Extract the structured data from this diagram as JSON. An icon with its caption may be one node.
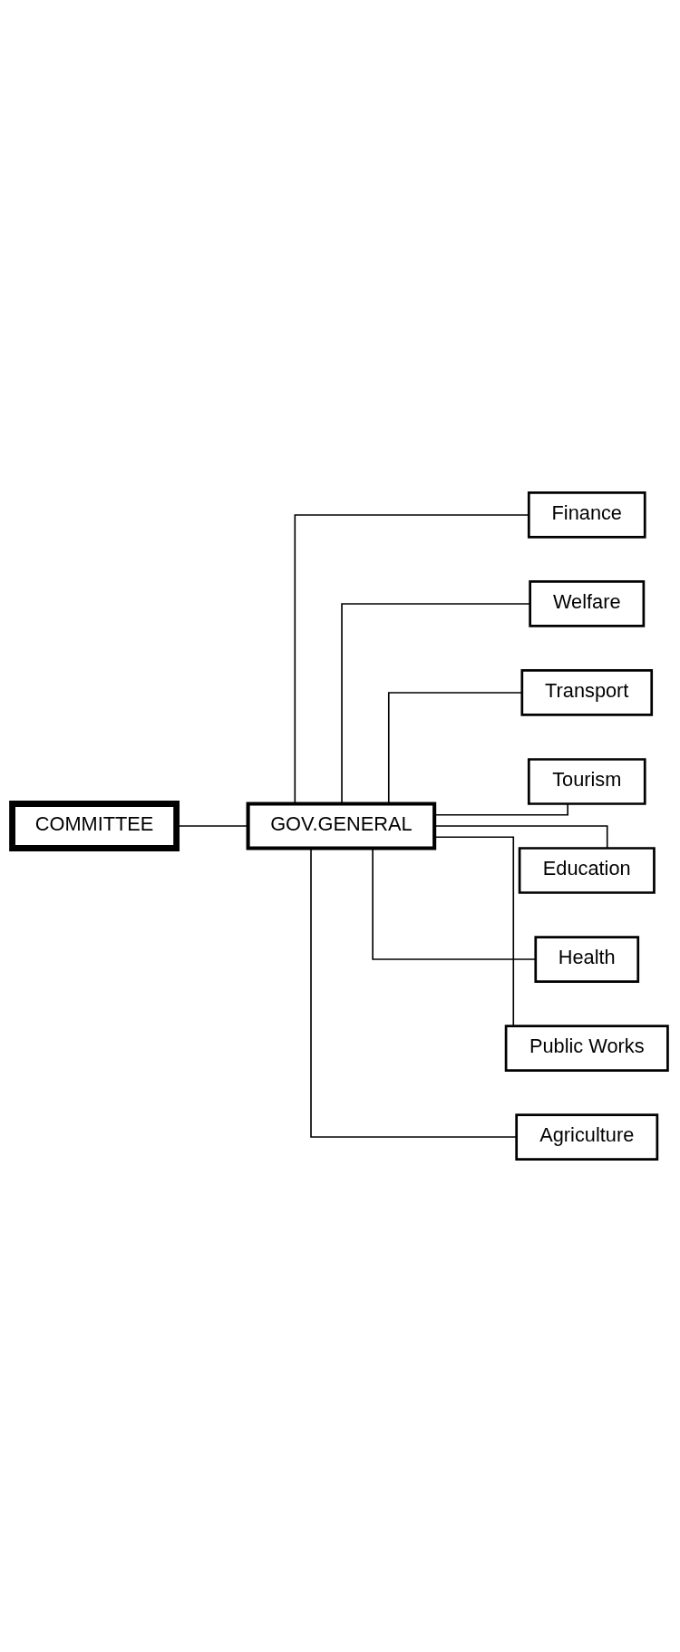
{
  "diagram": {
    "nodes": [
      {
        "text": [
          "COMMITTEE"
        ]
      },
      {
        "text": [
          "GOV.GENERAL"
        ]
      },
      {
        "text": [
          "Agriculture"
        ]
      },
      {
        "text": [
          "Public Works"
        ]
      },
      {
        "text": [
          "Health"
        ]
      },
      {
        "text": [
          "Education"
        ]
      },
      {
        "text": [
          "Tourism"
        ]
      },
      {
        "text": [
          "Transport"
        ]
      },
      {
        "text": [
          "Welfare"
        ]
      },
      {
        "text": [
          "Finance"
        ]
      }
    ],
    "edges": [
      {
        "from": 0,
        "to": 1,
        "arrow": "none"
      },
      {
        "from": 1,
        "to": 2,
        "arrow": "none"
      },
      {
        "from": 1,
        "to": 3,
        "arrow": "none"
      },
      {
        "from": 1,
        "to": 4,
        "arrow": "none"
      },
      {
        "from": 1,
        "to": 5,
        "arrow": "none"
      },
      {
        "from": 1,
        "to": 6,
        "arrow": "none"
      },
      {
        "from": 1,
        "to": 7,
        "arrow": "none"
      },
      {
        "from": 1,
        "to": 8,
        "arrow": "none"
      },
      {
        "from": 1,
        "to": 9,
        "arrow": "none"
      }
    ]
  }
}
